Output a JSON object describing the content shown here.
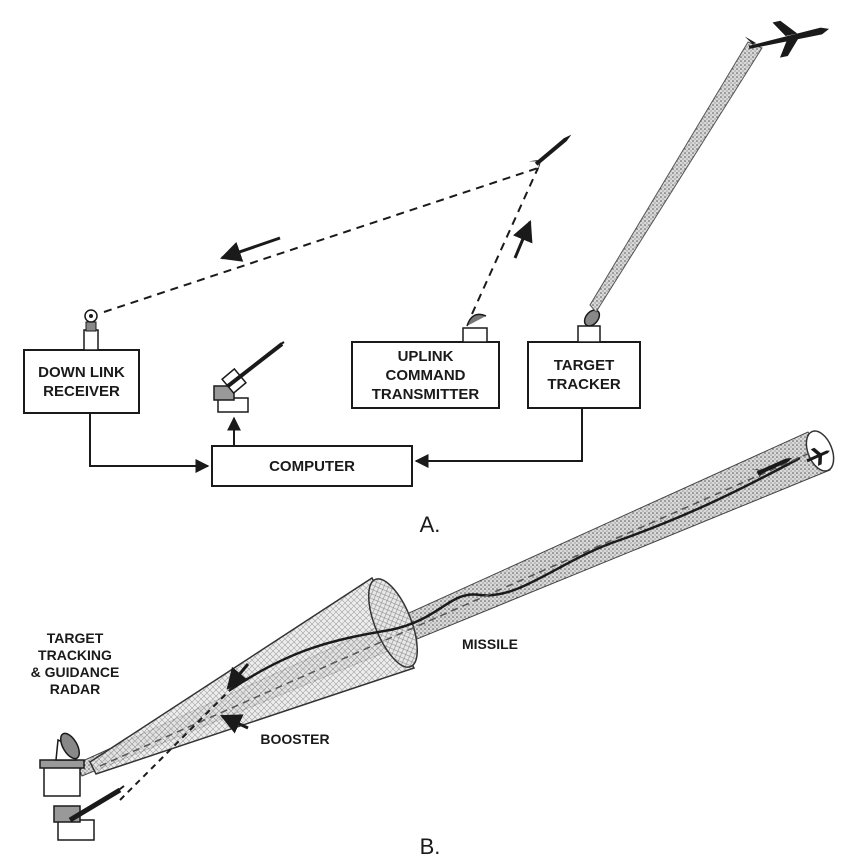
{
  "panel_a": {
    "label": "A.",
    "boxes": {
      "down_link_receiver": [
        "DOWN LINK",
        "RECEIVER"
      ],
      "uplink_command_transmitter": [
        "UPLINK",
        "COMMAND",
        "TRANSMITTER"
      ],
      "target_tracker": [
        "TARGET",
        "TRACKER"
      ],
      "computer": "COMPUTER"
    }
  },
  "panel_b": {
    "label": "B.",
    "radar_label": [
      "TARGET",
      "TRACKING",
      "& GUIDANCE",
      "RADAR"
    ],
    "missile_label": "MISSILE",
    "booster_label": "BOOSTER"
  }
}
